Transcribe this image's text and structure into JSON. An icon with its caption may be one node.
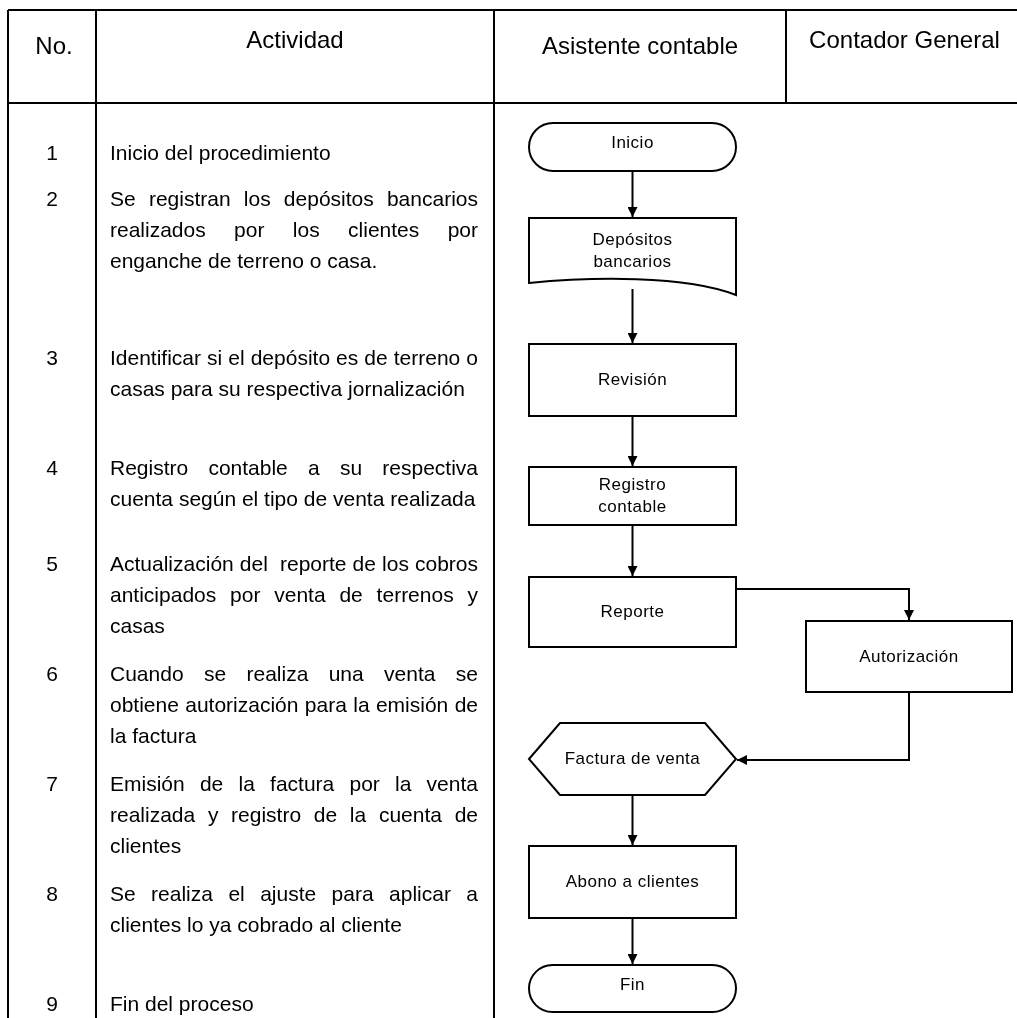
{
  "diagram": {
    "nodes": [
      {
        "text": [
          "Inicio"
        ]
      },
      {
        "text": [
          "Depósitos bancarios"
        ]
      },
      {
        "text": [
          "Revisión"
        ]
      },
      {
        "text": [
          "Registro contable"
        ]
      },
      {
        "text": [
          "Reporte"
        ]
      },
      {
        "text": [
          "Autorización"
        ]
      },
      {
        "text": [
          "Factura de venta"
        ]
      },
      {
        "text": [
          "Abono a clientes"
        ]
      },
      {
        "text": [
          "Fin"
        ]
      }
    ],
    "edges": [
      {
        "from": 0,
        "to": 1,
        "arrow": "to"
      },
      {
        "from": 1,
        "to": 2,
        "arrow": "to"
      },
      {
        "from": 2,
        "to": 3,
        "arrow": "to"
      },
      {
        "from": 3,
        "to": 4,
        "arrow": "to"
      },
      {
        "from": 4,
        "to": 5,
        "arrow": "to"
      },
      {
        "from": 5,
        "to": 6,
        "arrow": "to"
      },
      {
        "from": 6,
        "to": 7,
        "arrow": "to"
      },
      {
        "from": 7,
        "to": 8,
        "arrow": "to"
      }
    ],
    "labels": [
      "No.",
      "Actividad",
      "Asistente contable",
      "Contador General",
      "1",
      "Inicio del procedimiento",
      "2",
      "Se registran los depósitos bancarios realizados por los clientes por enganche de terreno o casa.",
      "3",
      "Identificar si el depósito es de terreno o casas para su respectiva jornalización",
      "4",
      "Registro contable a su respectiva cuenta según el tipo de venta realizada",
      "5",
      "Actualización del  reporte de los cobros anticipados por venta de terrenos y casas",
      "6",
      "Cuando se realiza una venta se obtiene autorización para la emisión de la factura",
      "7",
      "Emisión de la factura por la venta realizada y registro de la cuenta de clientes",
      "8",
      "Se realiza el ajuste para aplicar a clientes lo ya cobrado al cliente",
      "9",
      "Fin del proceso"
    ]
  }
}
